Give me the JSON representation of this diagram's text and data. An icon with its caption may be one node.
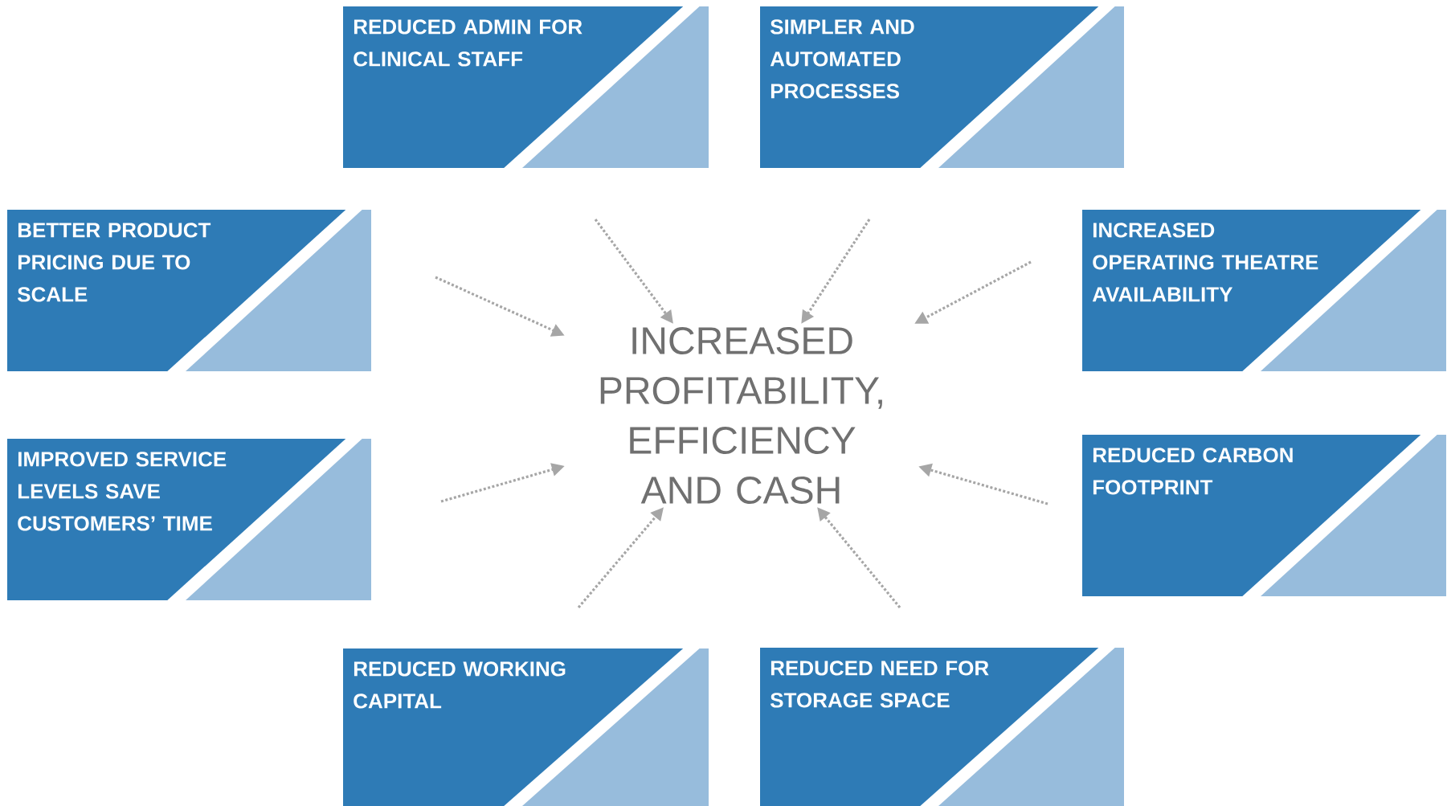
{
  "diagram": {
    "nodes": [
      {
        "text": [
          "REDUCED ADMIN FOR CLINICAL STAFF"
        ]
      },
      {
        "text": [
          "SIMPLER AND AUTOMATED PROCESSES"
        ]
      },
      {
        "text": [
          "BETTER PRODUCT PRICING DUE TO SCALE"
        ]
      },
      {
        "text": [
          "INCREASED OPERATING THEATRE AVAILABILITY"
        ]
      },
      {
        "text": [
          "INCREASED PROFITABILITY, EFFICIENCY AND CASH"
        ]
      },
      {
        "text": [
          "IMPROVED SERVICE LEVELS SAVE CUSTOMERS’ TIME"
        ]
      },
      {
        "text": [
          "REDUCED CARBON FOOTPRINT"
        ]
      },
      {
        "text": [
          "REDUCED WORKING CAPITAL"
        ]
      },
      {
        "text": [
          "REDUCED NEED FOR STORAGE SPACE"
        ]
      }
    ],
    "edges": [
      {
        "from": null,
        "to": 4,
        "arrow": "to",
        "style": "dashed"
      },
      {
        "from": null,
        "to": 4,
        "arrow": "to",
        "style": "dashed"
      },
      {
        "from": null,
        "to": 4,
        "arrow": "to",
        "style": "dashed"
      },
      {
        "from": null,
        "to": 4,
        "arrow": "to",
        "style": "dashed"
      },
      {
        "from": null,
        "to": 4,
        "arrow": "to",
        "style": "dashed"
      },
      {
        "from": null,
        "to": 4,
        "arrow": "to",
        "style": "dashed"
      },
      {
        "from": null,
        "to": 4,
        "arrow": "to",
        "style": "dashed"
      },
      {
        "from": null,
        "to": 4,
        "arrow": "to",
        "style": "dashed"
      }
    ]
  }
}
